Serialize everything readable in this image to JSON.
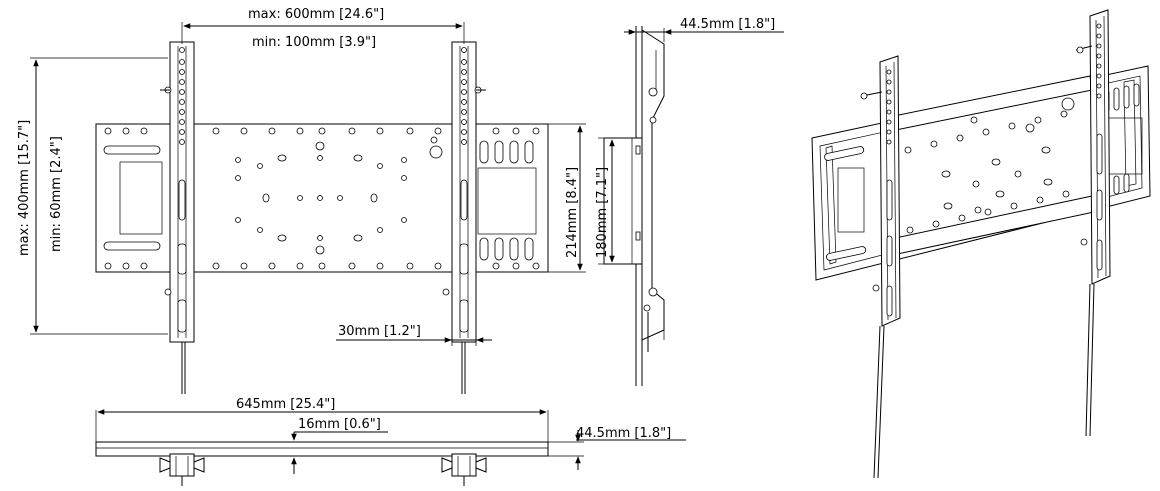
{
  "dimensions": {
    "max_width": "max: 600mm  [24.6\"]",
    "min_width": "min: 100mm  [3.9\"]",
    "depth_top": "44.5mm  [1.8\"]",
    "max_height": "max: 400mm  [15.7\"]",
    "min_height": "min: 60mm  [2.4\"]",
    "plate_height": "214mm  [8.4\"]",
    "arm_height": "180mm  [7.1\"]",
    "arm_width": "30mm  [1.2\"]",
    "total_width": "645mm  [25.4\"]",
    "gap": "16mm  [0.6\"]",
    "depth_bottom": "44.5mm  [1.8\"]"
  }
}
